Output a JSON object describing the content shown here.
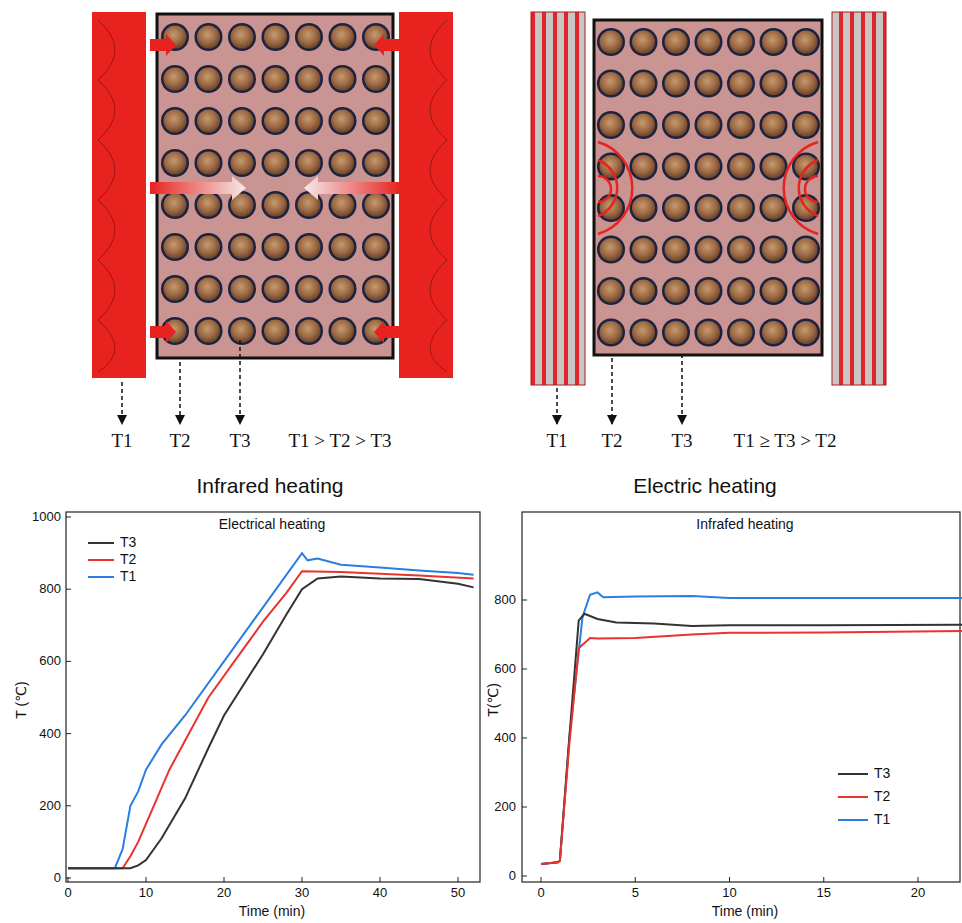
{
  "diagram": {
    "labels": [
      "T1",
      "T2",
      "T3",
      "T1 > T2 > T3",
      "T1",
      "T2",
      "T3",
      "T1 ≥ T3 > T2",
      "Infrared heating",
      "Electric heating",
      "Electrical heating",
      "0",
      "200",
      "400",
      "600",
      "800",
      "1000",
      "0",
      "10",
      "20",
      "30",
      "40",
      "50",
      "Time (min)",
      "T (℃)",
      "Infrafed heating",
      "0",
      "200",
      "400",
      "600",
      "800",
      "0",
      "5",
      "10",
      "15",
      "20",
      "Time (min)",
      "T(℃)"
    ],
    "legend": [
      {
        "text": "T3"
      },
      {
        "text": "T2"
      },
      {
        "text": "T1"
      },
      {
        "text": "T3"
      },
      {
        "text": "T2"
      },
      {
        "text": "T1"
      }
    ]
  }
}
